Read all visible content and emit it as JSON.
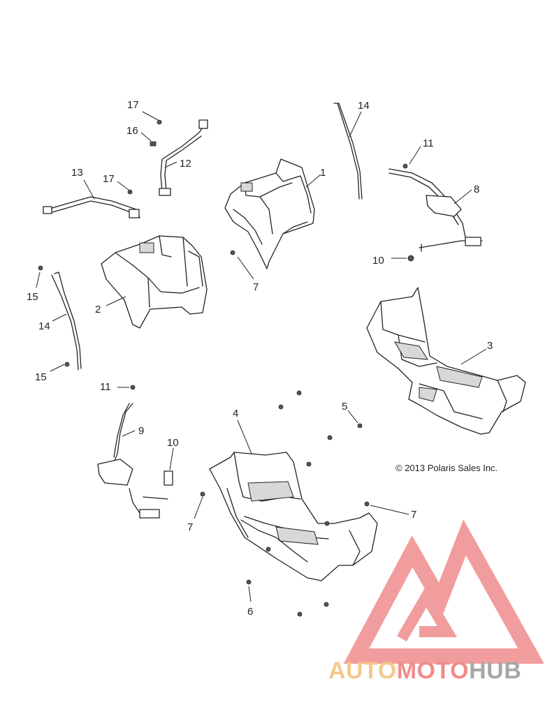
{
  "callouts": [
    {
      "id": "c17a",
      "text": "17"
    },
    {
      "id": "c16",
      "text": "16"
    },
    {
      "id": "c12",
      "text": "12"
    },
    {
      "id": "c13",
      "text": "13"
    },
    {
      "id": "c17b",
      "text": "17"
    },
    {
      "id": "c14a",
      "text": "14"
    },
    {
      "id": "c11a",
      "text": "11"
    },
    {
      "id": "c1",
      "text": "1"
    },
    {
      "id": "c8",
      "text": "8"
    },
    {
      "id": "c10a",
      "text": "10"
    },
    {
      "id": "c7a",
      "text": "7"
    },
    {
      "id": "c15a",
      "text": "15"
    },
    {
      "id": "c2",
      "text": "2"
    },
    {
      "id": "c14b",
      "text": "14"
    },
    {
      "id": "c15b",
      "text": "15"
    },
    {
      "id": "c3",
      "text": "3"
    },
    {
      "id": "c11b",
      "text": "11"
    },
    {
      "id": "c5",
      "text": "5"
    },
    {
      "id": "c4",
      "text": "4"
    },
    {
      "id": "c9",
      "text": "9"
    },
    {
      "id": "c10b",
      "text": "10"
    },
    {
      "id": "c7b",
      "text": "7"
    },
    {
      "id": "c7c",
      "text": "7"
    },
    {
      "id": "c6",
      "text": "6"
    }
  ],
  "copyright": "© 2013 Polaris Sales Inc.",
  "watermark": {
    "part1": "AUTO",
    "part2": "MOTO",
    "part3": "HUB",
    "color_orange": "#f5c88a",
    "color_red": "#f08c8c",
    "color_gray": "#a7a7a7"
  }
}
